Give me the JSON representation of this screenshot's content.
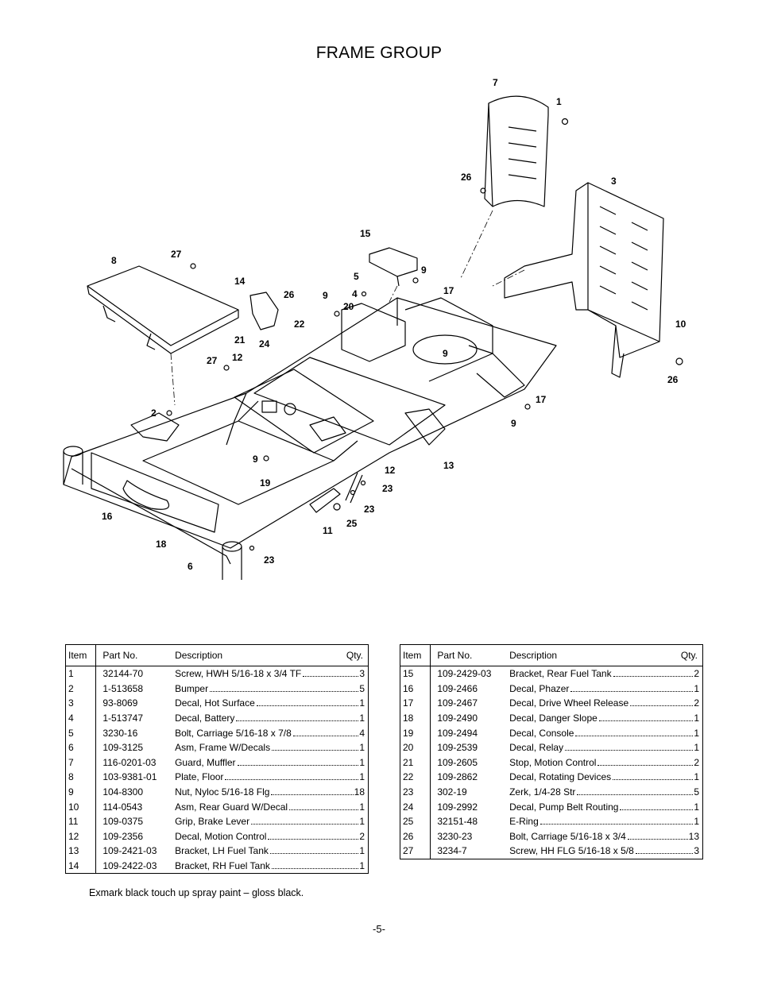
{
  "title": "FRAME GROUP",
  "callouts": [
    "7",
    "1",
    "26",
    "3",
    "15",
    "9",
    "8",
    "27",
    "14",
    "26",
    "5",
    "4",
    "9",
    "20",
    "17",
    "22",
    "21",
    "24",
    "9",
    "12",
    "27",
    "10",
    "26",
    "2",
    "17",
    "9",
    "13",
    "12",
    "9",
    "19",
    "23",
    "23",
    "16",
    "25",
    "11",
    "18",
    "6",
    "23"
  ],
  "table_headers": {
    "item": "Item",
    "part_no": "Part No.",
    "description": "Description",
    "qty": "Qty."
  },
  "parts_left": [
    {
      "item": "1",
      "part_no": "32144-70",
      "description": "Screw, HWH 5/16-18 x 3/4 TF",
      "qty": "3"
    },
    {
      "item": "2",
      "part_no": "1-513658",
      "description": "Bumper",
      "qty": "5"
    },
    {
      "item": "3",
      "part_no": "93-8069",
      "description": "Decal, Hot Surface",
      "qty": "1"
    },
    {
      "item": "4",
      "part_no": "1-513747",
      "description": "Decal, Battery",
      "qty": "1"
    },
    {
      "item": "5",
      "part_no": "3230-16",
      "description": "Bolt, Carriage 5/16-18 x 7/8",
      "qty": "4"
    },
    {
      "item": "6",
      "part_no": "109-3125",
      "description": "Asm, Frame W/Decals",
      "qty": "1"
    },
    {
      "item": "7",
      "part_no": "116-0201-03",
      "description": "Guard, Muffler",
      "qty": "1"
    },
    {
      "item": "8",
      "part_no": "103-9381-01",
      "description": "Plate, Floor",
      "qty": "1"
    },
    {
      "item": "9",
      "part_no": "104-8300",
      "description": "Nut, Nyloc 5/16-18 Flg",
      "qty": "18"
    },
    {
      "item": "10",
      "part_no": "114-0543",
      "description": "Asm, Rear Guard W/Decal",
      "qty": "1"
    },
    {
      "item": "11",
      "part_no": "109-0375",
      "description": "Grip, Brake Lever",
      "qty": "1"
    },
    {
      "item": "12",
      "part_no": "109-2356",
      "description": "Decal, Motion Control",
      "qty": "2"
    },
    {
      "item": "13",
      "part_no": "109-2421-03",
      "description": "Bracket, LH Fuel Tank",
      "qty": "1"
    },
    {
      "item": "14",
      "part_no": "109-2422-03",
      "description": "Bracket, RH Fuel Tank",
      "qty": "1"
    }
  ],
  "parts_right": [
    {
      "item": "15",
      "part_no": "109-2429-03",
      "description": "Bracket, Rear Fuel Tank",
      "qty": "2"
    },
    {
      "item": "16",
      "part_no": "109-2466",
      "description": "Decal, Phazer",
      "qty": "1"
    },
    {
      "item": "17",
      "part_no": "109-2467",
      "description": "Decal, Drive Wheel Release",
      "qty": "2"
    },
    {
      "item": "18",
      "part_no": "109-2490",
      "description": "Decal, Danger Slope",
      "qty": "1"
    },
    {
      "item": "19",
      "part_no": "109-2494",
      "description": "Decal, Console",
      "qty": "1"
    },
    {
      "item": "20",
      "part_no": "109-2539",
      "description": "Decal, Relay",
      "qty": "1"
    },
    {
      "item": "21",
      "part_no": "109-2605",
      "description": "Stop, Motion Control",
      "qty": "2"
    },
    {
      "item": "22",
      "part_no": "109-2862",
      "description": "Decal, Rotating Devices",
      "qty": "1"
    },
    {
      "item": "23",
      "part_no": "302-19",
      "description": "Zerk, 1/4-28 Str",
      "qty": "5"
    },
    {
      "item": "24",
      "part_no": "109-2992",
      "description": "Decal, Pump Belt Routing",
      "qty": "1"
    },
    {
      "item": "25",
      "part_no": "32151-48",
      "description": "E-Ring",
      "qty": "1"
    },
    {
      "item": "26",
      "part_no": "3230-23",
      "description": "Bolt, Carriage 5/16-18 x 3/4",
      "qty": "13"
    },
    {
      "item": "27",
      "part_no": "3234-7",
      "description": "Screw, HH FLG 5/16-18 x 5/8",
      "qty": "3"
    }
  ],
  "note": "Exmark black touch up spray paint – gloss black.",
  "page_number": "-5-"
}
